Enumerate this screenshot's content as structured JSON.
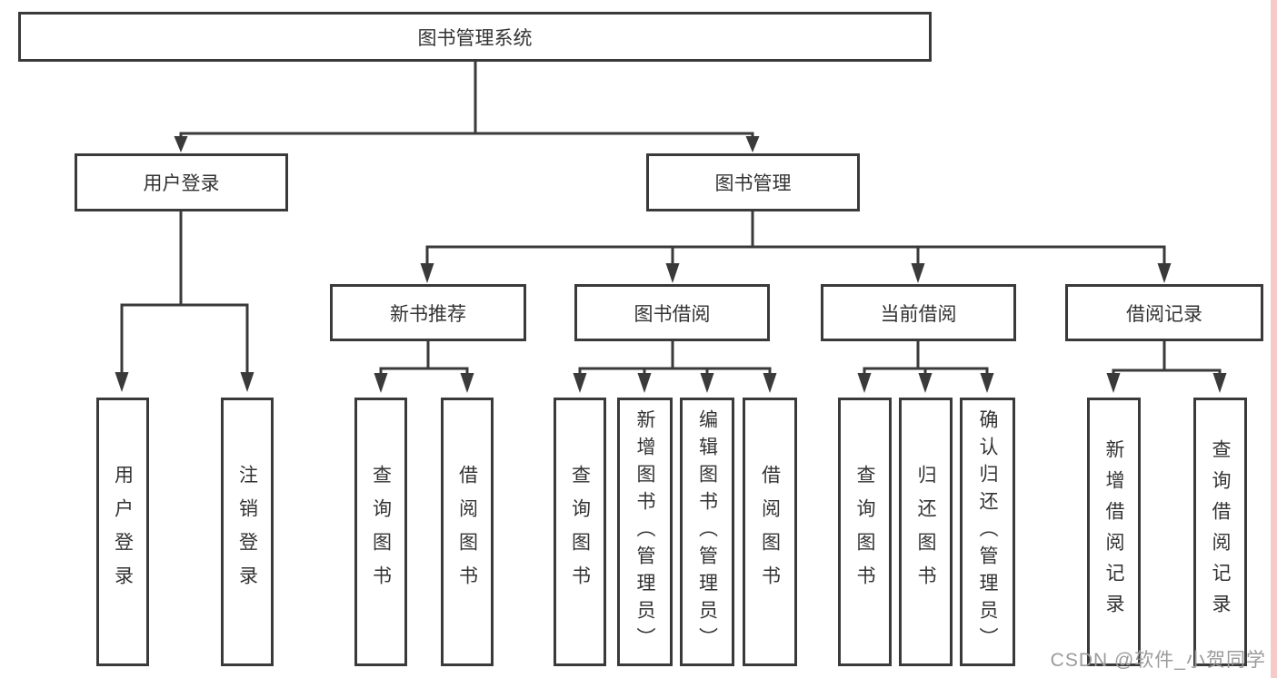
{
  "page": {
    "background_color": "#ffffff",
    "line_color": "#3a3a3a",
    "text_color": "#333333"
  },
  "watermark": {
    "text": "CSDN @软件_小贺同学",
    "color": "#9b9b9b",
    "edge_strip_color": "#f7caca"
  },
  "tree": {
    "root": {
      "label": "图书管理系统"
    },
    "level2": [
      {
        "label": "用户登录"
      },
      {
        "label": "图书管理"
      }
    ],
    "level3": [
      {
        "label": "新书推荐"
      },
      {
        "label": "图书借阅"
      },
      {
        "label": "当前借阅"
      },
      {
        "label": "借阅记录"
      }
    ],
    "leaves": {
      "user_login": [
        {
          "label": "用户登录"
        },
        {
          "label": "注销登录"
        }
      ],
      "new_book": [
        {
          "label": "查询图书"
        },
        {
          "label": "借阅图书"
        }
      ],
      "borrow": [
        {
          "label": "查询图书"
        },
        {
          "label": "新增图书（管理员）"
        },
        {
          "label": "编辑图书（管理员）"
        },
        {
          "label": "借阅图书"
        }
      ],
      "current": [
        {
          "label": "查询图书"
        },
        {
          "label": "归还图书"
        },
        {
          "label": "确认归还（管理员）"
        }
      ],
      "records": [
        {
          "label": "新增借阅记录"
        },
        {
          "label": "查询借阅记录"
        }
      ]
    }
  }
}
